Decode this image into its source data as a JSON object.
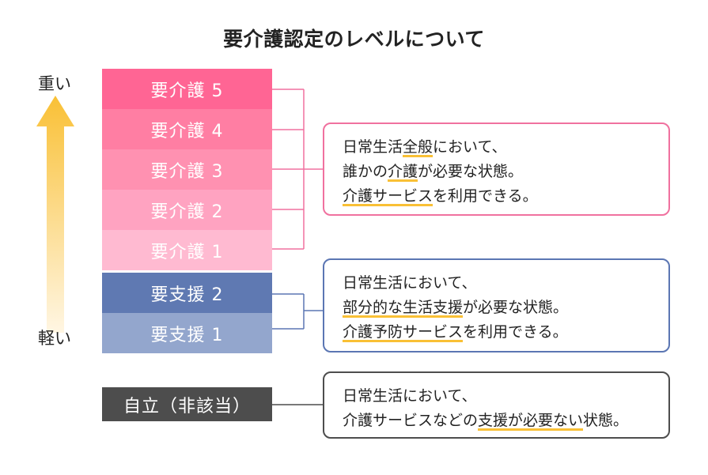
{
  "title": "要介護認定のレベルについて",
  "axis": {
    "heavy_label": "重い",
    "light_label": "軽い",
    "arrow_color": "#f9c035"
  },
  "colors": {
    "care": "#f0719f",
    "support": "#5b76b3",
    "independent": "#4d4d4d",
    "highlight": "#f9c035"
  },
  "levels": [
    {
      "label": "要介護 5",
      "color": "#ff6594"
    },
    {
      "label": "要介護 4",
      "color": "#ff7ea3"
    },
    {
      "label": "要介護 3",
      "color": "#ff91b1"
    },
    {
      "label": "要介護 2",
      "color": "#ffa3c1"
    },
    {
      "label": "要介護 1",
      "color": "#ffbad1"
    },
    {
      "label": "要支援 2",
      "color": "#5f79b2"
    },
    {
      "label": "要支援 1",
      "color": "#93a6cd"
    }
  ],
  "independent": {
    "label": "自立（非該当）"
  },
  "boxes": {
    "care": {
      "lines": [
        [
          {
            "t": "日常生活"
          },
          {
            "t": "全般",
            "hl": true
          },
          {
            "t": "において、"
          }
        ],
        [
          {
            "t": "誰かの"
          },
          {
            "t": "介護",
            "hl": true
          },
          {
            "t": "が必要な状態。"
          }
        ],
        [
          {
            "t": "介護サービス",
            "hl": true
          },
          {
            "t": "を利用できる。"
          }
        ]
      ]
    },
    "support": {
      "lines": [
        [
          {
            "t": "日常生活において、"
          }
        ],
        [
          {
            "t": "部分的な生活支援",
            "hl": true
          },
          {
            "t": "が必要な状態。"
          }
        ],
        [
          {
            "t": "介護予防サービス",
            "hl": true
          },
          {
            "t": "を利用できる。"
          }
        ]
      ]
    },
    "independent": {
      "lines": [
        [
          {
            "t": "日常生活において、"
          }
        ],
        [
          {
            "t": "介護サービスなどの"
          },
          {
            "t": "支援が必要ない",
            "hl": true
          },
          {
            "t": "状態。"
          }
        ]
      ]
    }
  }
}
